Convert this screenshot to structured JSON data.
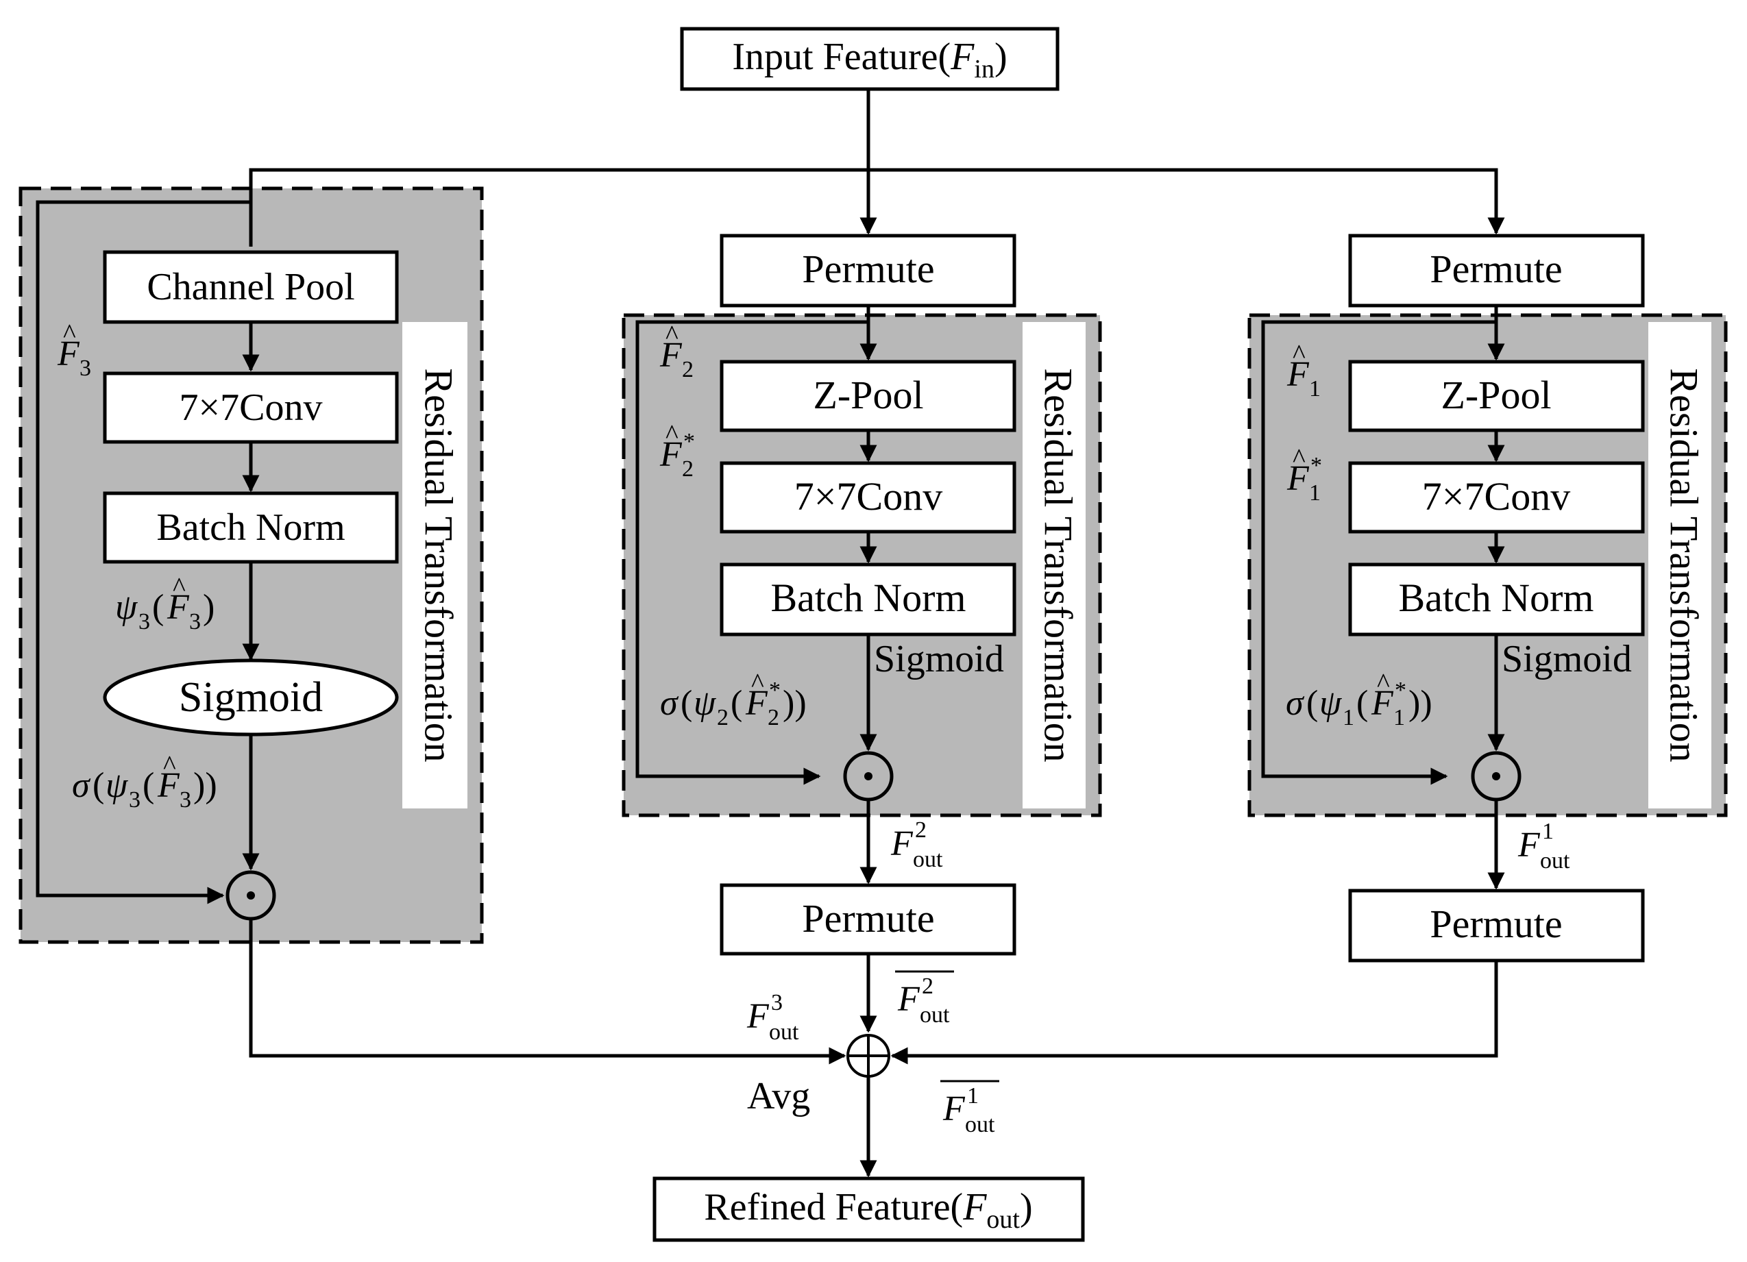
{
  "diagram": {
    "input_label": "Input Feature(",
    "input_var": "F",
    "input_sub": "in",
    "output_label": "Refined Feature(",
    "output_var": "F",
    "output_sub": "out",
    "close_paren": ")",
    "F": "F",
    "hat": "^",
    "star": "*",
    "bar_char": "‾",
    "sigma": "σ",
    "psi": "ψ",
    "lparen": "(",
    "rparen": ")",
    "rparen2": "))",
    "odot": "⊙",
    "oplus": "⊕",
    "out_sub": "out",
    "avg": "Avg",
    "branch3": {
      "channel_pool": "Channel Pool",
      "conv": "7×7Conv",
      "batch_norm": "Batch Norm",
      "sigmoid": "Sigmoid",
      "residual": "Residual Transformation",
      "idx": "3"
    },
    "branch2": {
      "permute_top": "Permute",
      "zpool": "Z-Pool",
      "conv": "7×7Conv",
      "batch_norm": "Batch Norm",
      "sigmoid": "Sigmoid",
      "residual": "Residual Transformation",
      "permute_bottom": "Permute",
      "idx": "2"
    },
    "branch1": {
      "permute_top": "Permute",
      "zpool": "Z-Pool",
      "conv": "7×7Conv",
      "batch_norm": "Batch Norm",
      "sigmoid": "Sigmoid",
      "residual": "Residual Transformation",
      "permute_bottom": "Permute",
      "idx": "1"
    },
    "colors": {
      "panel_fill": "#b8b8b8",
      "stroke": "#000000",
      "box_fill": "#ffffff"
    }
  }
}
